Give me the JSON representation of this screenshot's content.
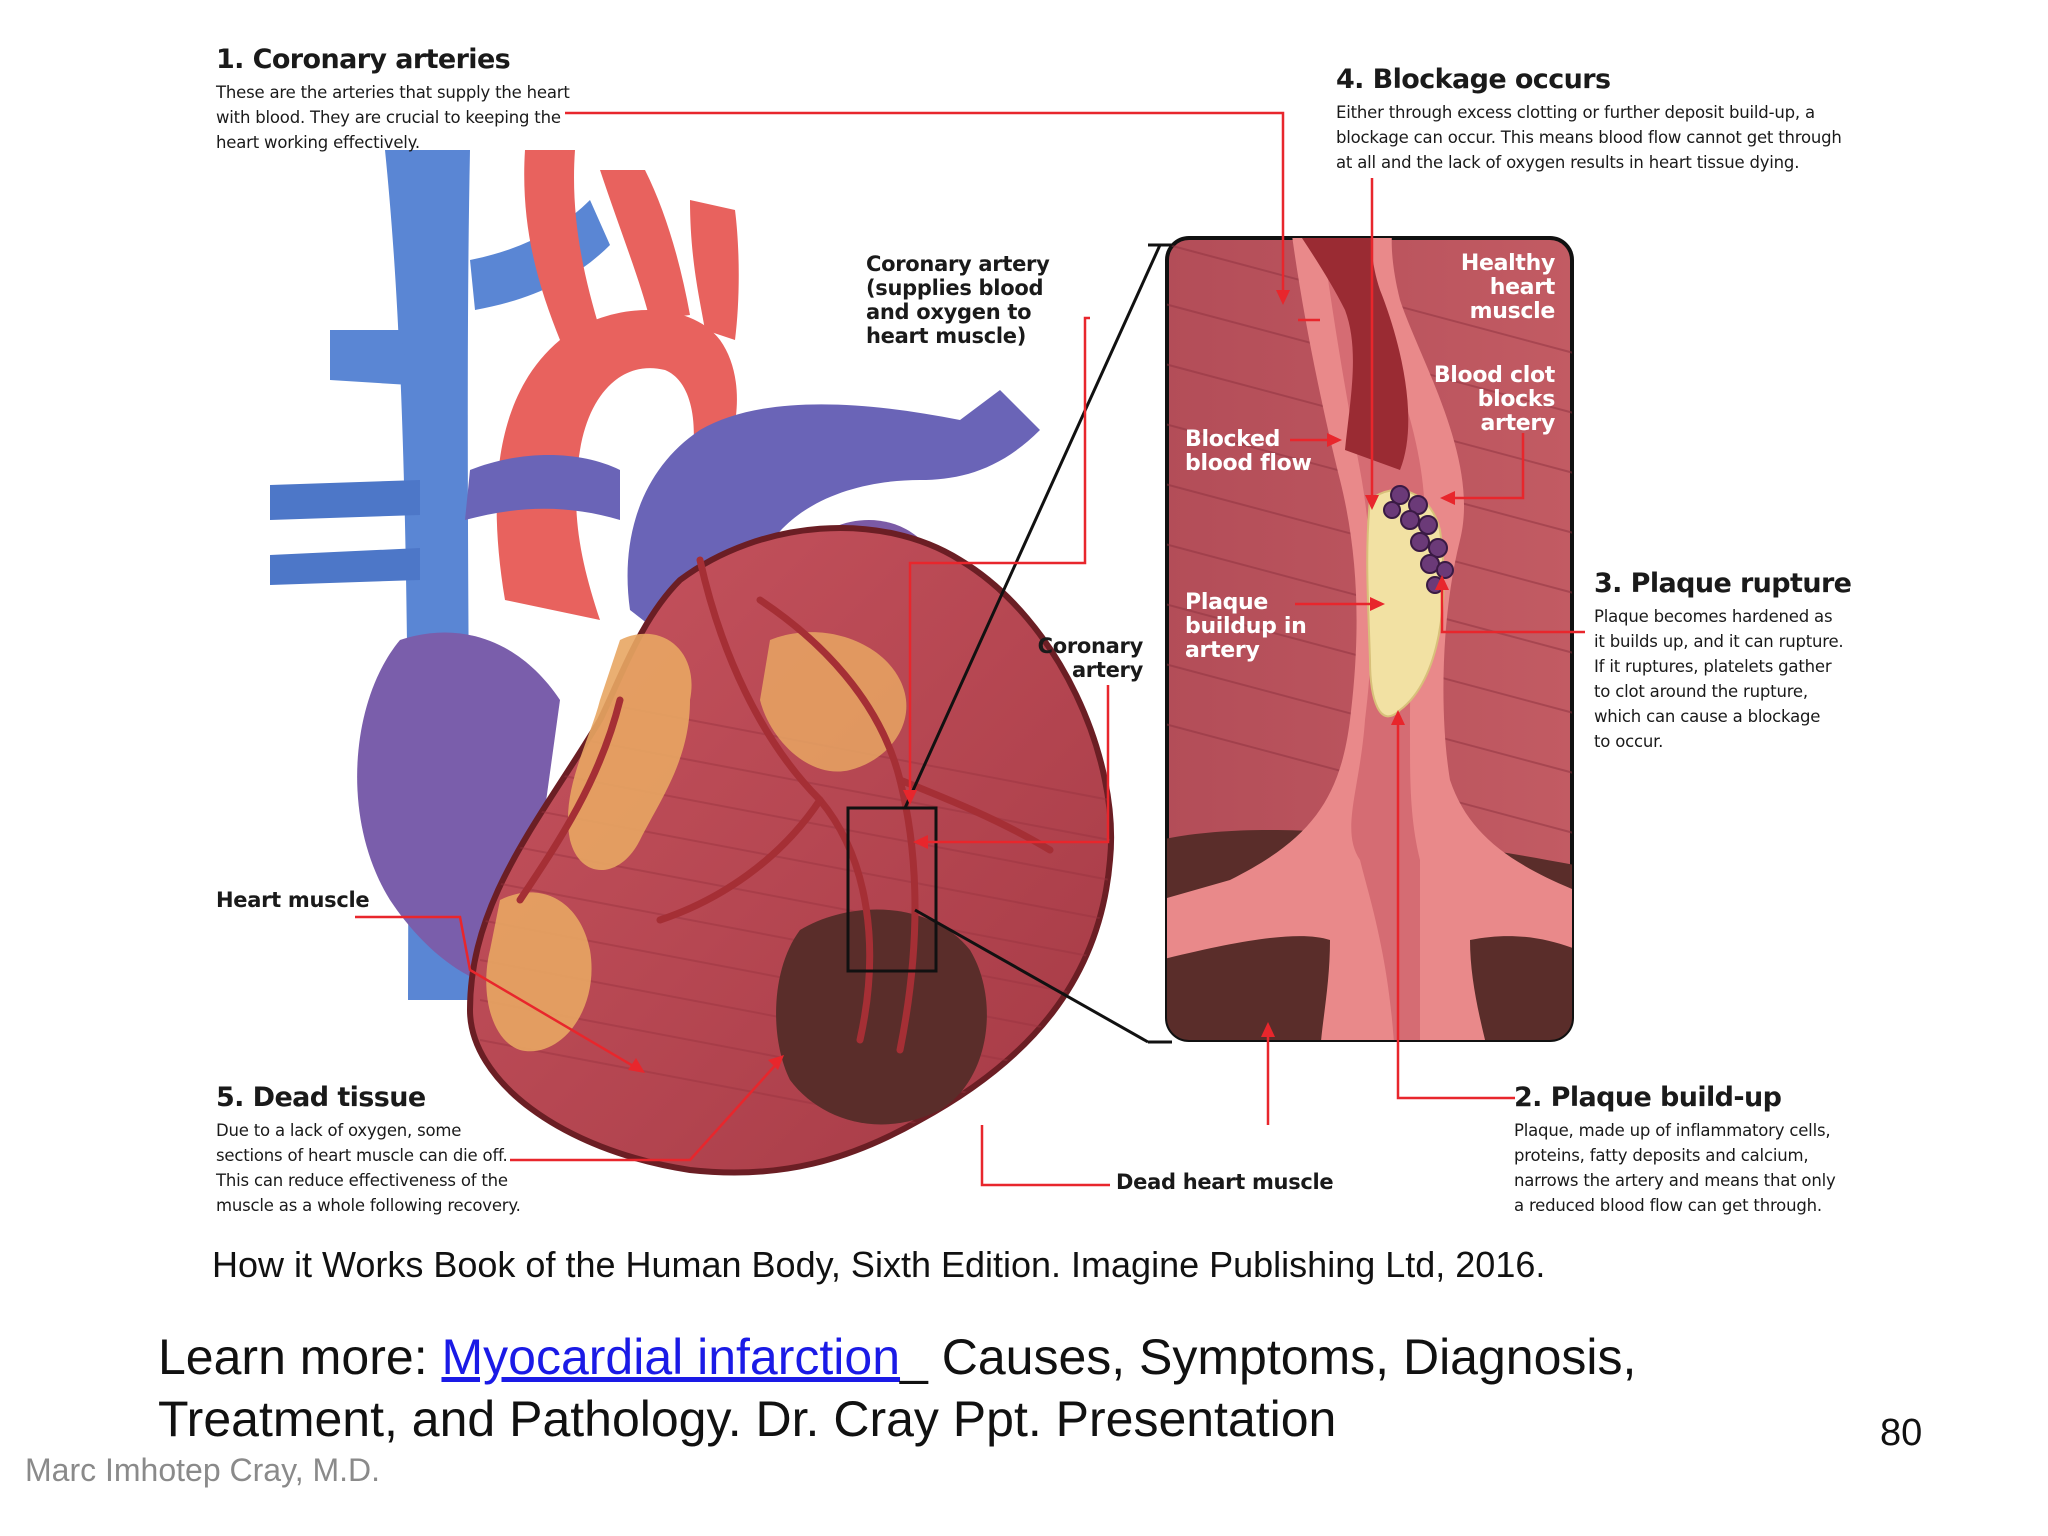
{
  "labels": {
    "coronary_arteries": {
      "title": "1. Coronary arteries",
      "body": [
        "These are the arteries that supply the heart",
        "with blood. They are crucial to keeping the",
        "heart working effectively."
      ]
    },
    "blockage": {
      "title": "4. Blockage occurs",
      "body": [
        "Either through excess clotting or further deposit build-up, a",
        "blockage can occur. This means blood flow cannot get through",
        "at all and the lack of oxygen results in heart tissue dying."
      ]
    },
    "plaque_rupture": {
      "title": "3. Plaque rupture",
      "body": [
        "Plaque becomes hardened as",
        "it builds up, and it can rupture.",
        "If it ruptures, platelets gather",
        "to clot around the rupture,",
        "which can cause a blockage",
        "to occur."
      ]
    },
    "plaque_buildup": {
      "title": "2. Plaque build-up",
      "body": [
        "Plaque, made up of inflammatory cells,",
        "proteins, fatty deposits and calcium,",
        "narrows the artery and means that only",
        "a reduced blood flow can get through."
      ]
    },
    "dead_tissue": {
      "title": "5. Dead tissue",
      "body": [
        "Due to a lack of oxygen, some",
        "sections of heart muscle can die off.",
        "This can reduce effectiveness of the",
        "muscle as a whole following recovery."
      ]
    },
    "coronary_artery_supply": [
      "Coronary artery",
      "(supplies blood",
      "and oxygen to",
      "heart muscle)"
    ],
    "coronary_artery": [
      "Coronary",
      "artery"
    ],
    "heart_muscle": "Heart muscle",
    "dead_heart_muscle": "Dead heart muscle",
    "healthy_heart_muscle": [
      "Healthy",
      "heart",
      "muscle"
    ],
    "blood_clot": [
      "Blood clot",
      "blocks",
      "artery"
    ],
    "blocked_flow": [
      "Blocked",
      "blood flow"
    ],
    "plaque_in_artery": [
      "Plaque",
      "buildup in",
      "artery"
    ]
  },
  "citation": "How it Works Book of the Human Body, Sixth Edition. Imagine Publishing Ltd, 2016.",
  "footer": {
    "prefix": "Learn more: ",
    "link_text": "Myocardial infarction",
    "suffix_line1": "_ Causes, Symptoms, Diagnosis,",
    "line2": "Treatment, and Pathology. Dr. Cray Ppt. Presentation"
  },
  "slide_number": "80",
  "author": "Marc Imhotep Cray, M.D.",
  "colors": {
    "callout_red": "#e8262c",
    "vein_blue": "#4f7ed0",
    "artery_red": "#e8625e",
    "muscle_red": "#b0444f",
    "fat_yellow": "#e8a663",
    "dead_tissue": "#5a2d2a",
    "plaque": "#f2e1a3",
    "link": "#1a1ae6"
  }
}
